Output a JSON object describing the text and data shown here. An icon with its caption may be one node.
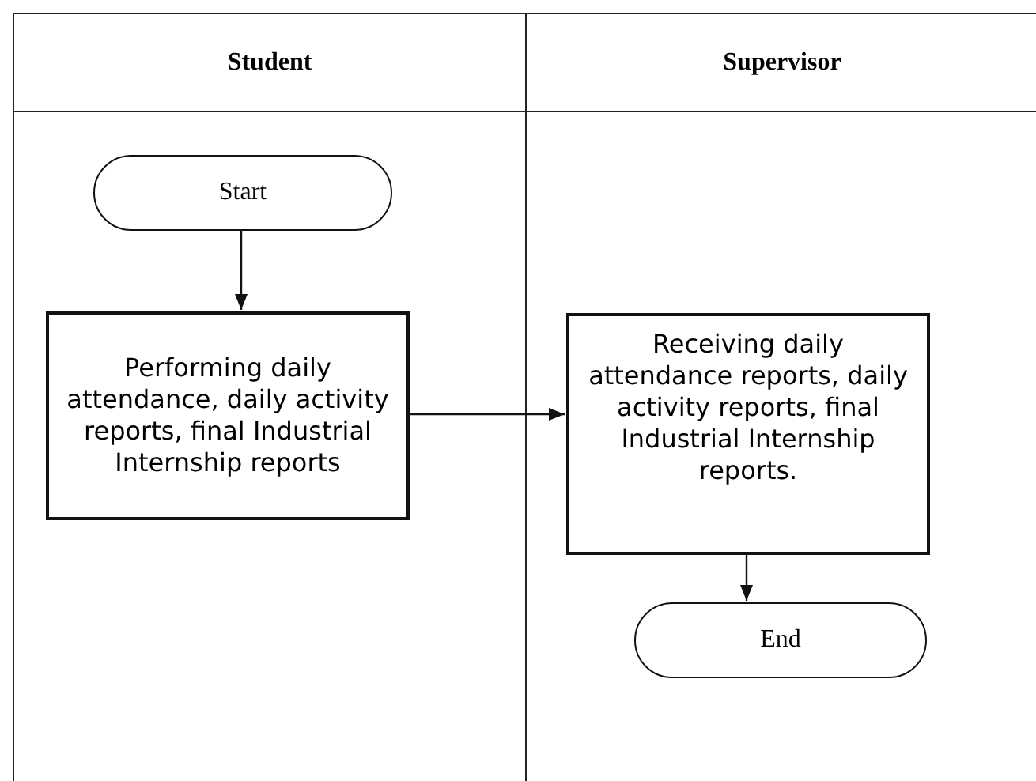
{
  "diagram": {
    "nodes": [
      {
        "text": [
          "Student"
        ]
      },
      {
        "text": [
          "Supervisor"
        ]
      },
      {
        "text": [
          "Start"
        ],
        "in": 0
      },
      {
        "text": [
          "Performing daily attendance, daily activity reports, final Industrial Internship reports"
        ],
        "in": 0
      },
      {
        "text": [
          "Receiving daily attendance reports, daily activity reports, final Industrial Internship reports."
        ],
        "in": 1
      },
      {
        "text": [
          "End"
        ],
        "in": 1
      }
    ],
    "edges": [
      {
        "from": 2,
        "to": 3,
        "arrow": "to"
      },
      {
        "from": 3,
        "to": 4,
        "arrow": "to"
      },
      {
        "from": 4,
        "to": 5,
        "arrow": "to"
      }
    ]
  }
}
